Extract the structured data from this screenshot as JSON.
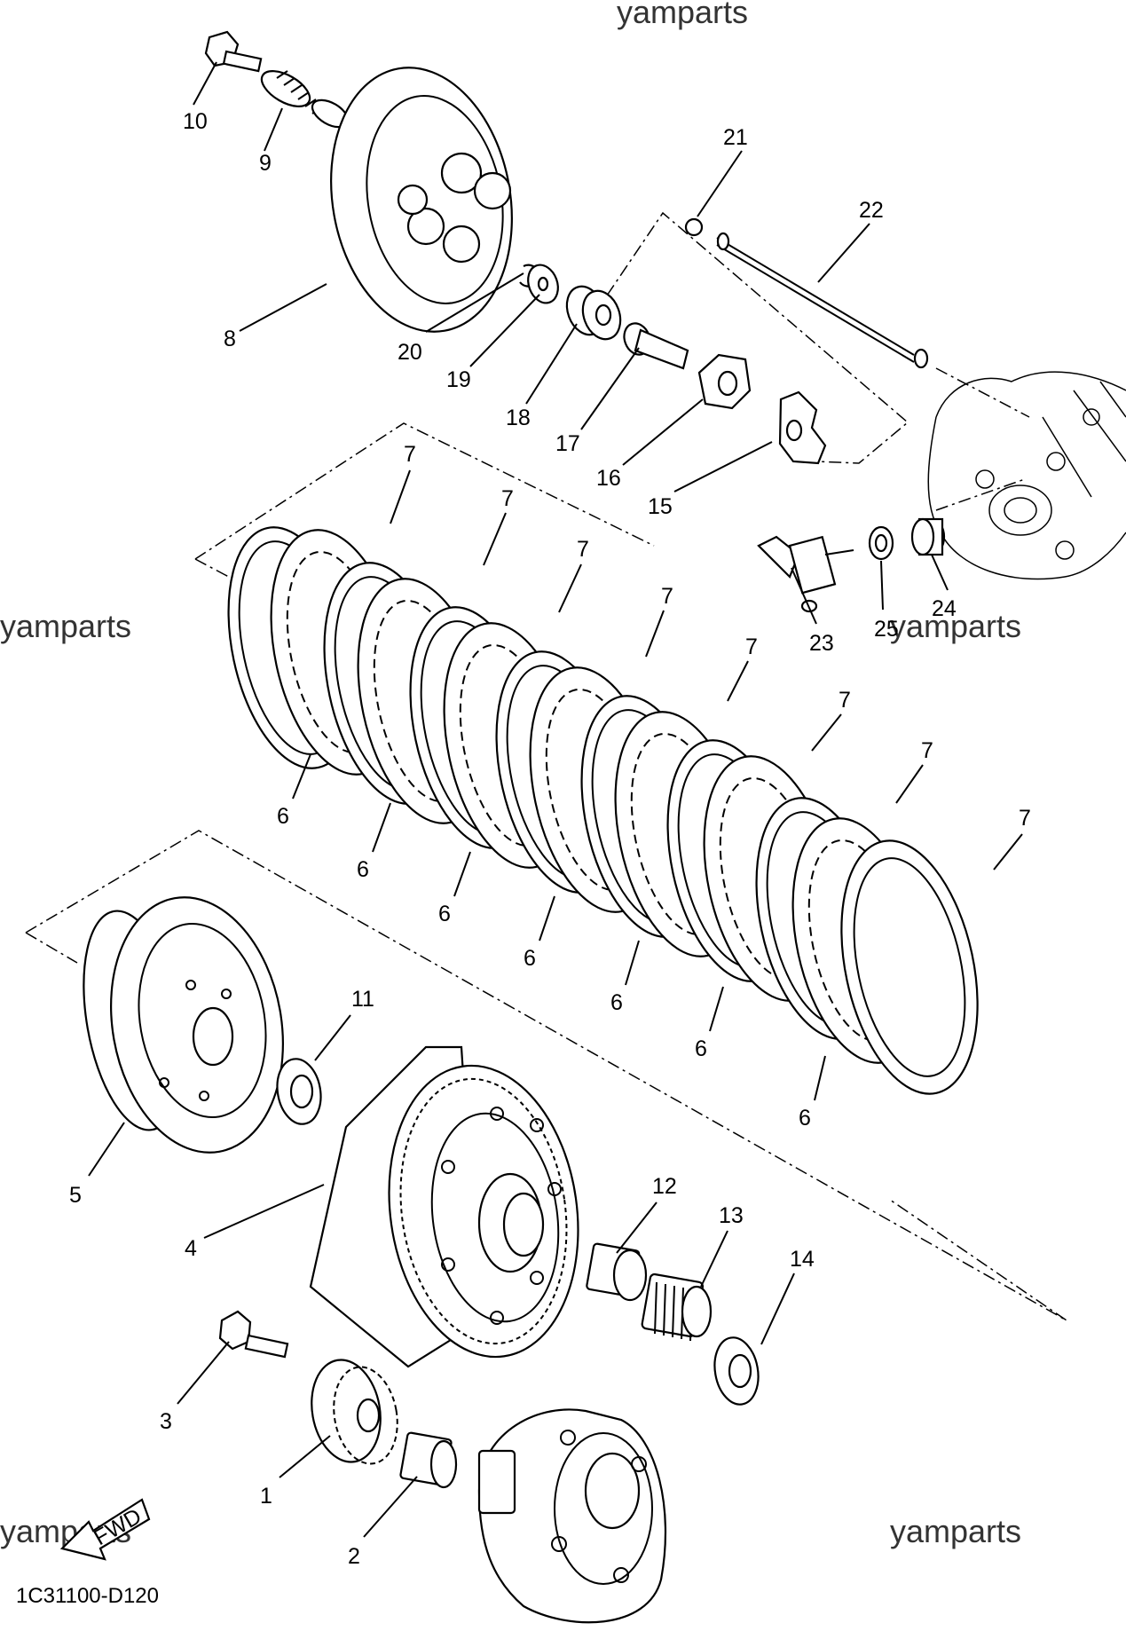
{
  "diagram_code": "1C31100-D120",
  "fwd_label": "FWD",
  "watermarks": [
    "yamparts",
    "yamparts",
    "yamparts",
    "yamparts",
    "yamparts",
    "yamparts"
  ],
  "callouts": {
    "p1": "1",
    "p2": "2",
    "p3": "3",
    "p4": "4",
    "p5": "5",
    "p6a": "6",
    "p6b": "6",
    "p6c": "6",
    "p6d": "6",
    "p6e": "6",
    "p6f": "6",
    "p6g": "6",
    "p7a": "7",
    "p7b": "7",
    "p7c": "7",
    "p7d": "7",
    "p7e": "7",
    "p7f": "7",
    "p7g": "7",
    "p7h": "7",
    "p8": "8",
    "p9": "9",
    "p10": "10",
    "p11": "11",
    "p12": "12",
    "p13": "13",
    "p14": "14",
    "p15": "15",
    "p16": "16",
    "p17": "17",
    "p18": "18",
    "p19": "19",
    "p20": "20",
    "p21": "21",
    "p22": "22",
    "p23": "23",
    "p24": "24",
    "p25": "25"
  }
}
